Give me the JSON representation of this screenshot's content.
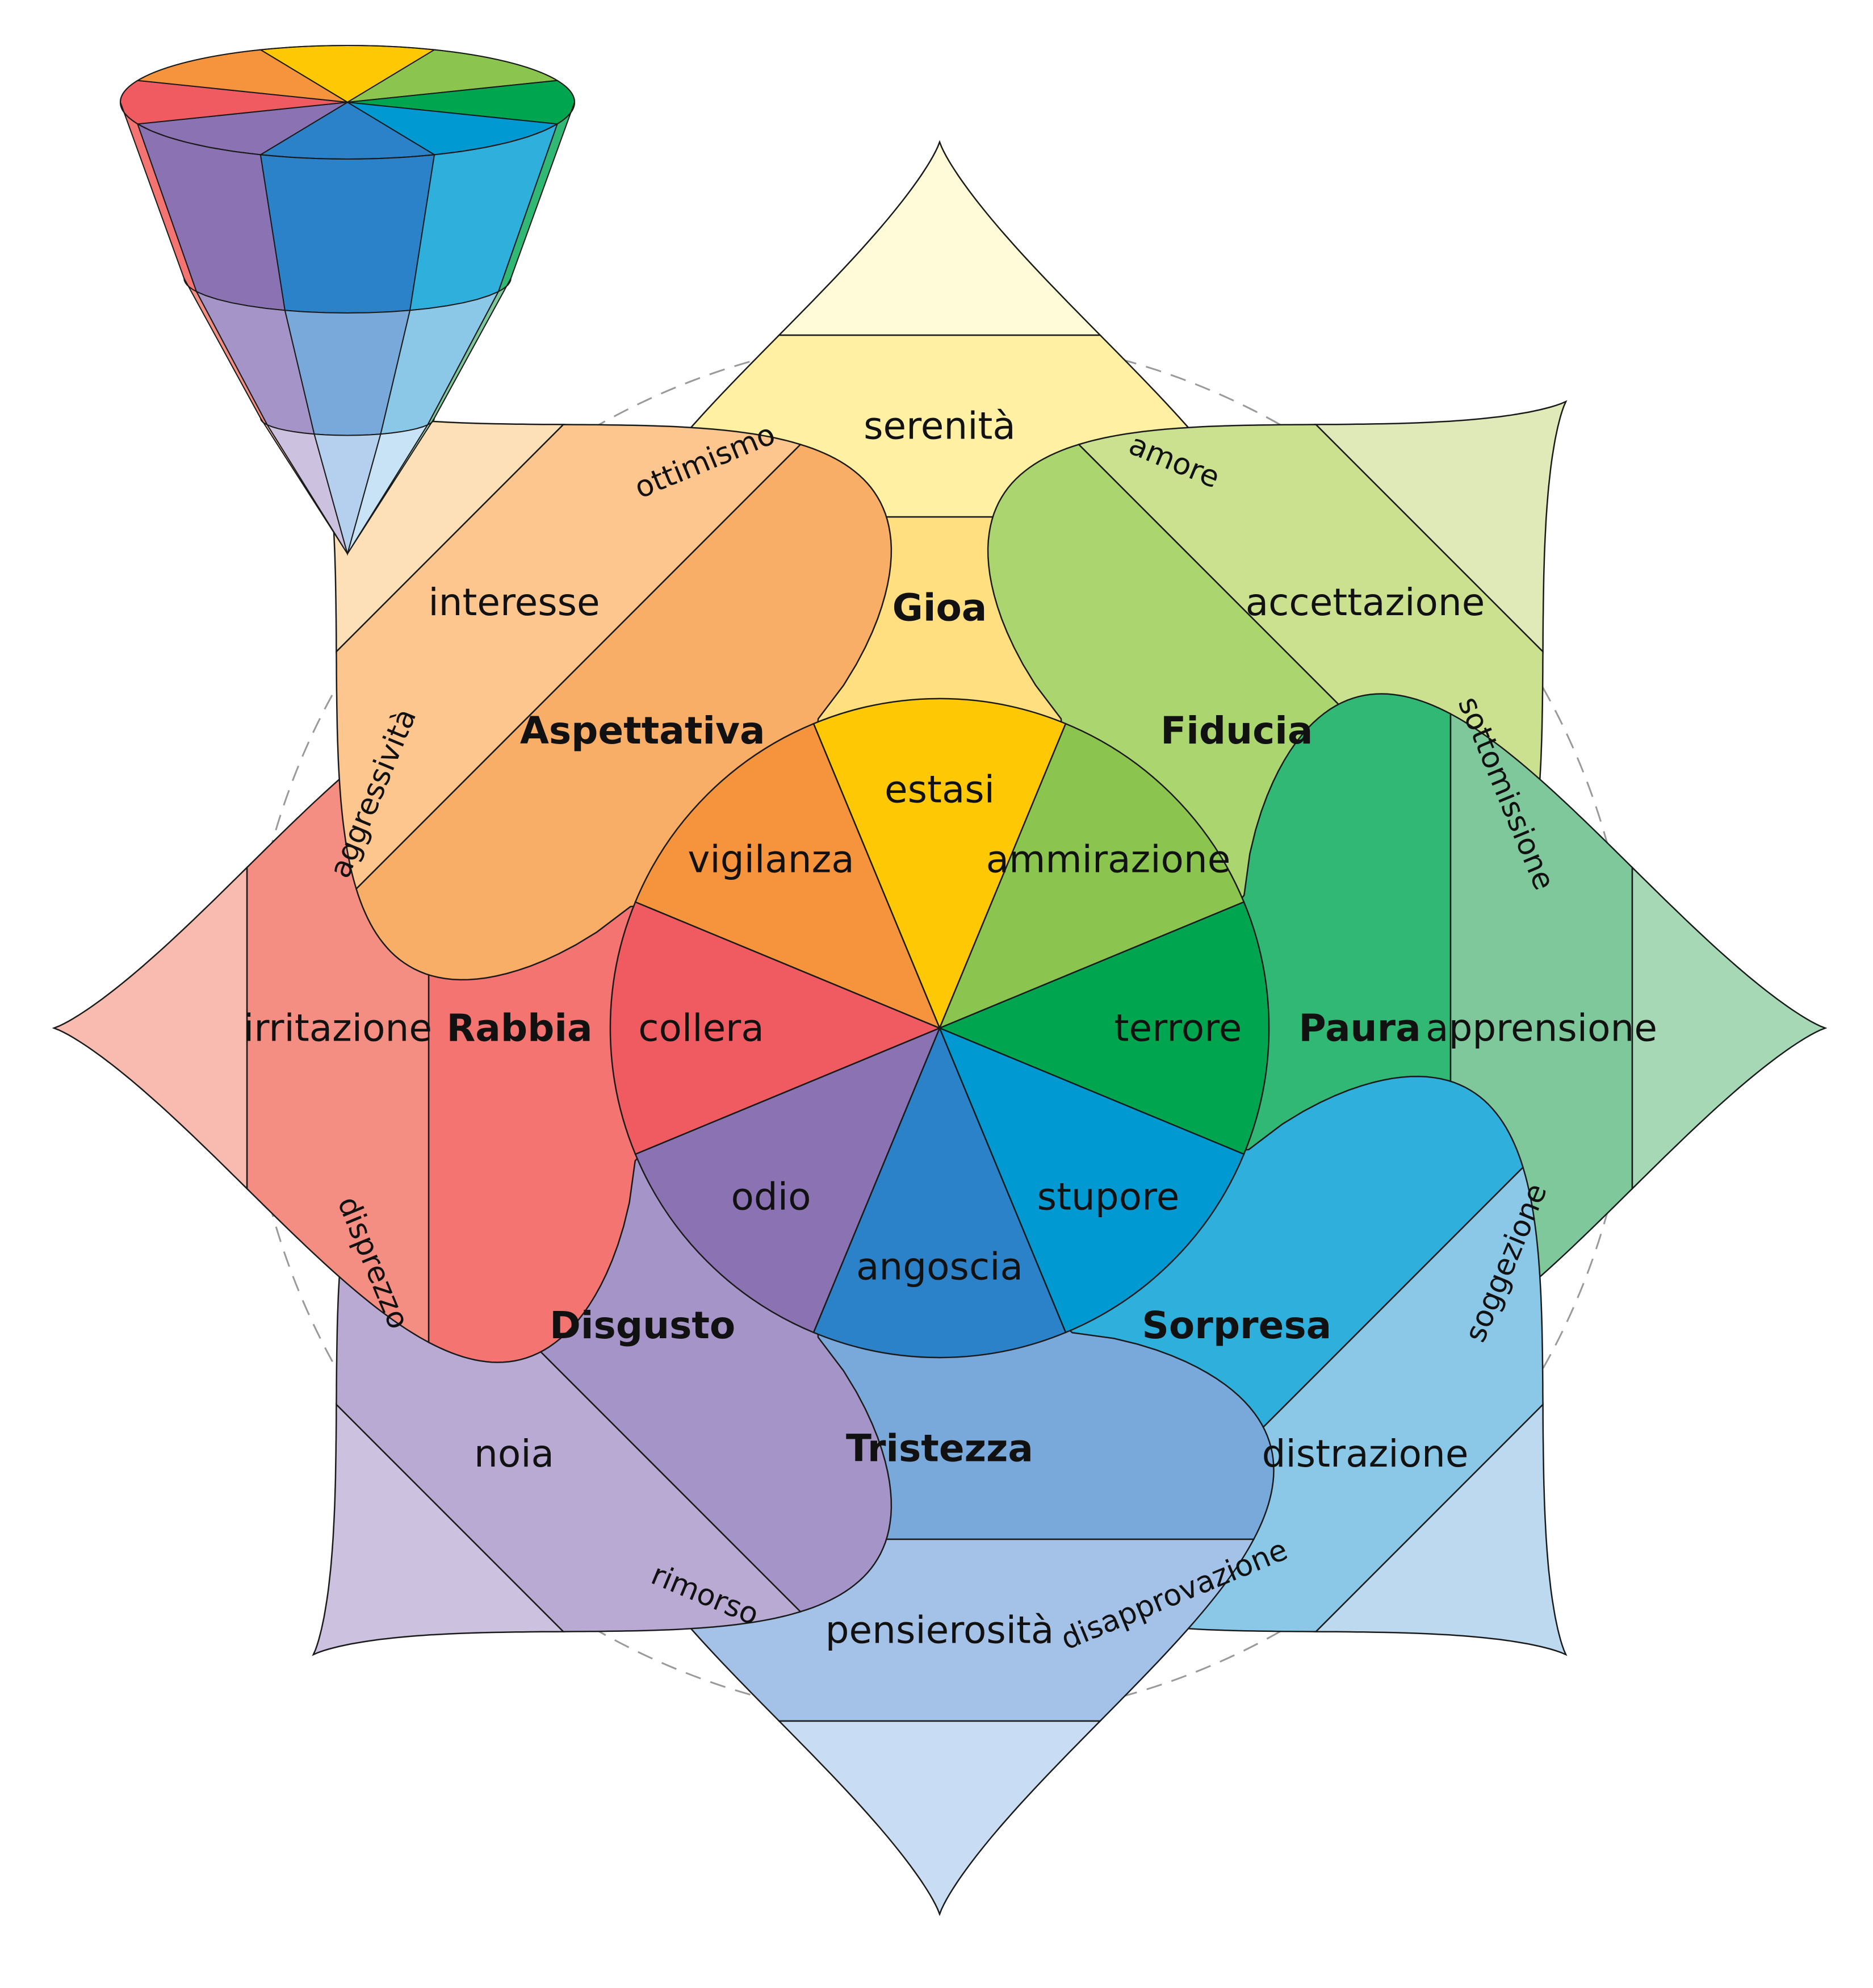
{
  "petals": [
    {
      "id": "joy",
      "angle": -90,
      "primary": "Gioa",
      "inner": "estasi",
      "outer": "serenità",
      "colors": {
        "inner": "#ffc805",
        "primary": "#ffdf7f",
        "outer": "#fff0a4",
        "tip": "#fffbd8"
      }
    },
    {
      "id": "trust",
      "angle": -45,
      "primary": "Fiducia",
      "inner": "ammirazione",
      "outer": "accettazione",
      "colors": {
        "inner": "#8bc550",
        "primary": "#abd56e",
        "outer": "#cbe190",
        "tip": "#dfeab8"
      }
    },
    {
      "id": "fear",
      "angle": 0,
      "primary": "Paura",
      "inner": "terrore",
      "outer": "apprensione",
      "colors": {
        "inner": "#00a550",
        "primary": "#30b874",
        "outer": "#7ec89c",
        "tip": "#a7d8b6"
      }
    },
    {
      "id": "surprise",
      "angle": 45,
      "primary": "Sorpresa",
      "inner": "stupore",
      "outer": "distrazione",
      "colors": {
        "inner": "#0099d2",
        "primary": "#2fafdb",
        "outer": "#8bc8e8",
        "tip": "#bcd9ef"
      }
    },
    {
      "id": "sadness",
      "angle": 90,
      "primary": "Tristezza",
      "inner": "angoscia",
      "outer": "pensierosità",
      "colors": {
        "inner": "#2b82c8",
        "primary": "#79a8db",
        "outer": "#a4c2e8",
        "tip": "#c8ddf4"
      }
    },
    {
      "id": "disgust",
      "angle": 135,
      "primary": "Disgusto",
      "inner": "odio",
      "outer": "noia",
      "colors": {
        "inner": "#8b72b3",
        "primary": "#a594c7",
        "outer": "#b9aad3",
        "tip": "#cdc1e0"
      }
    },
    {
      "id": "anger",
      "angle": 180,
      "primary": "Rabbia",
      "inner": "collera",
      "outer": "irritazione",
      "colors": {
        "inner": "#f05a61",
        "primary": "#f37471",
        "outer": "#f58e82",
        "tip": "#f9bbb0"
      }
    },
    {
      "id": "anticipation",
      "angle": -135,
      "primary": "Aspettativa",
      "inner": "vigilanza",
      "outer": "interesse",
      "colors": {
        "inner": "#f6943d",
        "primary": "#f9ae68",
        "outer": "#fcc68e",
        "tip": "#fde0b8"
      }
    }
  ],
  "dyads": [
    {
      "label": "amore",
      "angle": -67.5
    },
    {
      "label": "sottomissione",
      "angle": -22.5
    },
    {
      "label": "soggezione",
      "angle": 22.5
    },
    {
      "label": "disapprovazione",
      "angle": 67.5
    },
    {
      "label": "rimorso",
      "angle": 112.5
    },
    {
      "label": "disprezzo",
      "angle": 157.5
    },
    {
      "label": "aggressività",
      "angle": -157.5
    },
    {
      "label": "ottimismo",
      "angle": -112.5
    }
  ],
  "cone": {
    "top_colors": [
      "#ffc805",
      "#8bc550",
      "#00a550",
      "#0099d2",
      "#2b82c8",
      "#8b72b3",
      "#f05a61",
      "#f6943d"
    ],
    "front_bands": [
      [
        "#f37471",
        "#8b72b3",
        "#2b82c8",
        "#2fafdb",
        "#30b874"
      ],
      [
        "#f58e82",
        "#a594c7",
        "#79a8db",
        "#8bc8e8",
        "#7ec89c"
      ],
      [
        "#f9bbb0",
        "#cdc1e0",
        "#b4d0ee",
        "#c8e2f6",
        "#a7d8b6"
      ]
    ]
  }
}
